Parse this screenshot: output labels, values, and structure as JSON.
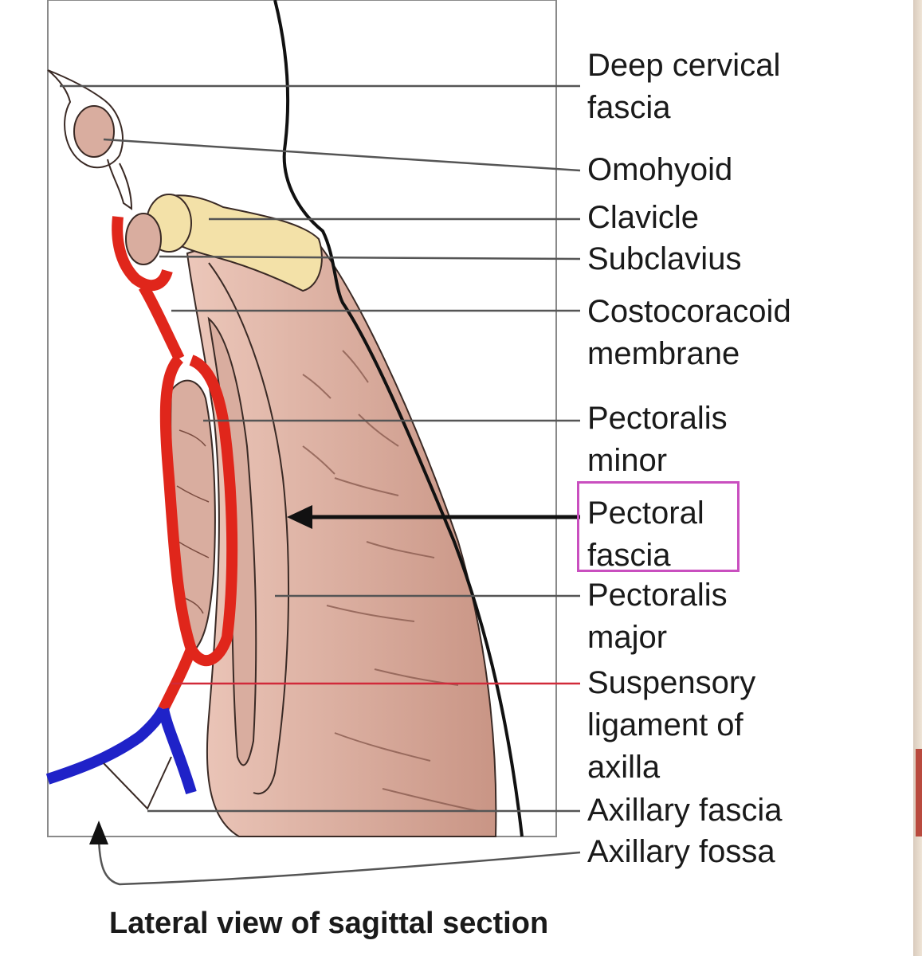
{
  "labels": {
    "deep_cervical_fascia": [
      "Deep cervical",
      "fascia"
    ],
    "omohyoid": [
      "Omohyoid"
    ],
    "clavicle": [
      "Clavicle"
    ],
    "subclavius": [
      "Subclavius"
    ],
    "costocoracoid_membrane": [
      "Costocoracoid",
      "membrane"
    ],
    "pectoralis_minor": [
      "Pectoralis",
      "minor"
    ],
    "pectoral_fascia": [
      "Pectoral",
      "fascia"
    ],
    "pectoralis_major": [
      "Pectoralis",
      "major"
    ],
    "suspensory_ligament": [
      "Suspensory",
      "ligament of",
      "axilla"
    ],
    "axillary_fascia": [
      "Axillary fascia"
    ],
    "axillary_fossa": [
      "Axillary fossa"
    ]
  },
  "caption": "Lateral view of sagittal section",
  "highlighted_label": "pectoral_fascia",
  "colors": {
    "clavipectoral_fascia": "#e0261b",
    "axillary_fascia": "#1f22c8",
    "muscle": "#d9ad9f",
    "bone": "#f3e1a8",
    "highlight": "#c94fbf",
    "outline": "#1a1a1a"
  }
}
